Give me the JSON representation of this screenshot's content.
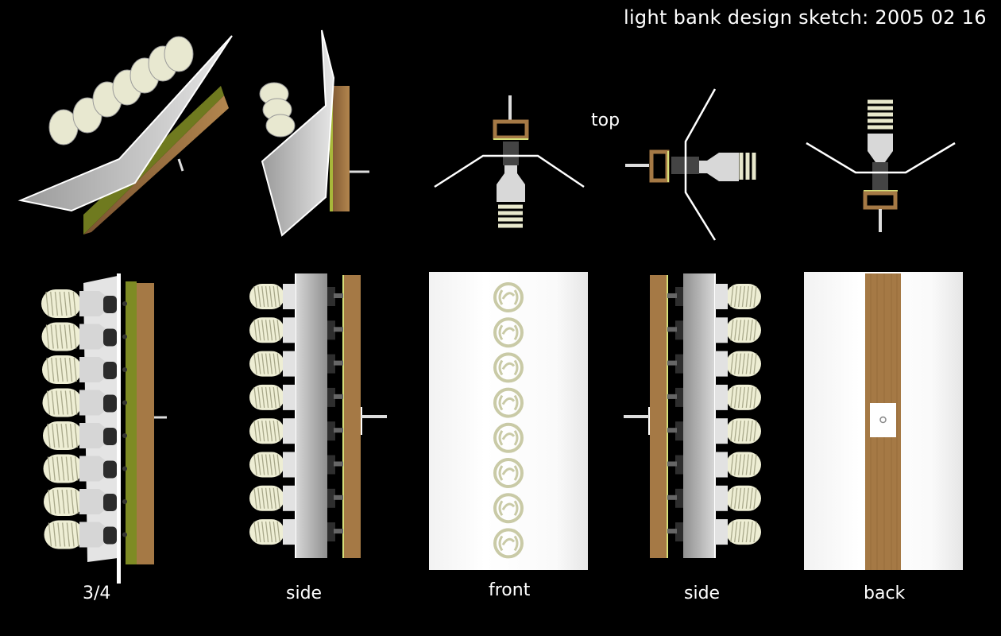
{
  "title": "light bank design sketch: 2005 02 16",
  "views": {
    "three_quarter_top": {
      "label": ""
    },
    "side_top": {
      "label": ""
    },
    "front_top": {
      "label": ""
    },
    "top_label": "top",
    "labels": {
      "three_quarter": "3/4",
      "side_left": "side",
      "front": "front",
      "side_right": "side",
      "back": "back"
    }
  },
  "bulb_count": 8,
  "colors": {
    "background": "#000000",
    "wood": "#a57945",
    "green_strip": "#7e8b24",
    "reflector": "#d9d9d9",
    "bulb_coil": "#eeeed4",
    "socket": "#3a3a3a"
  }
}
